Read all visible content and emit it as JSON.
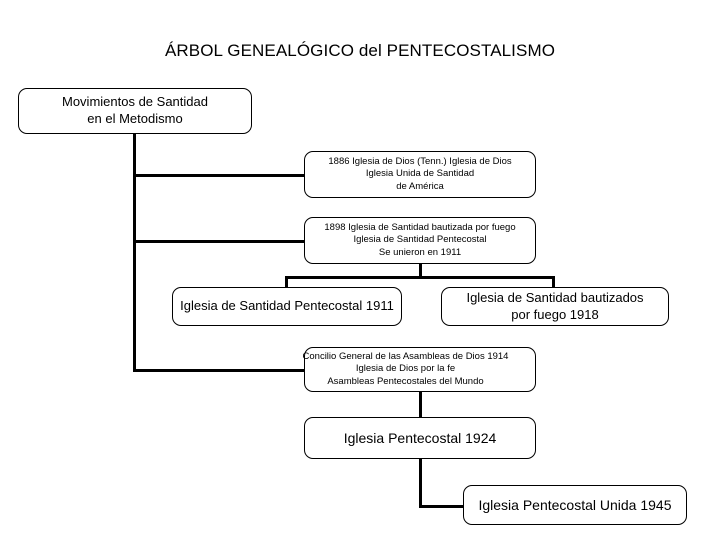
{
  "diagram": {
    "title": "ÁRBOL GENEALÓGICO del PENTECOSTALISMO",
    "colors": {
      "background": "#ffffff",
      "line": "#000000",
      "text": "#000000",
      "node_fill": "#ffffff",
      "node_border": "#000000"
    },
    "nodes": {
      "movimientos_santidad": {
        "label": "Movimientos de Santidad\nen el Metodismo"
      },
      "iglesia_dios_tenn": {
        "label": "1886 Iglesia de Dios (Tenn.) Iglesia de Dios\nIglesia Unida de Santidad\nde América"
      },
      "santidad_bautizada_fuego": {
        "label": "1898 Iglesia de Santidad bautizada por fuego\nIglesia de Santidad Pentecostal\nSe unieron en 1911"
      },
      "santidad_pentecostal_1911": {
        "label": "Iglesia de Santidad Pentecostal 1911"
      },
      "santidad_bautizados_fuego_1918": {
        "label": "Iglesia de Santidad bautizados\npor fuego 1918"
      },
      "concilio_general_1914": {
        "label": "Concilio General de las Asambleas de Dios 1914\nIglesia de Dios por la fe\nAsambleas Pentecostales del Mundo"
      },
      "iglesia_pentecostal_1924": {
        "label": "Iglesia Pentecostal 1924"
      },
      "iglesia_pentecostal_unida_1945": {
        "label": "Iglesia Pentecostal Unida 1945"
      }
    }
  }
}
